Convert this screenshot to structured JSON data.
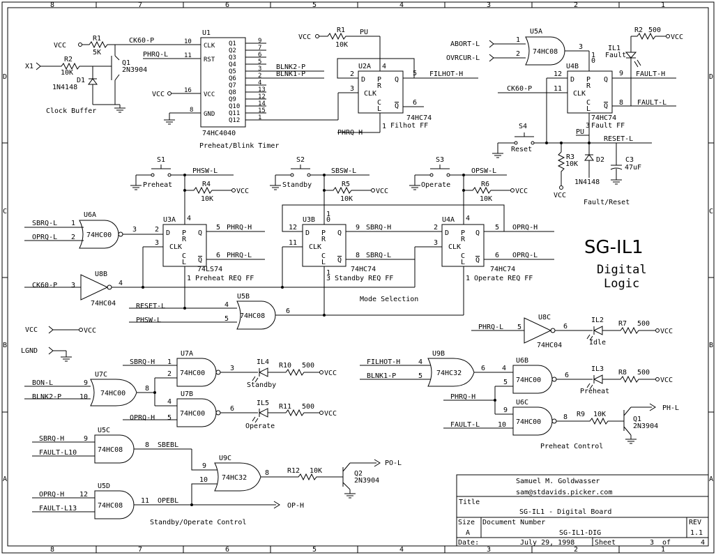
{
  "border": {
    "columns": [
      "8",
      "7",
      "6",
      "5",
      "4",
      "3",
      "2",
      "1"
    ],
    "rows": [
      "D",
      "C",
      "B",
      "A"
    ]
  },
  "title_block": {
    "author": "Samuel M. Goldwasser",
    "email": "sam@stdavids.picker.com",
    "title_label": "Title",
    "title": "SG-IL1 - Digital Board",
    "size_label": "Size",
    "size": "A",
    "docnum_label": "Document Number",
    "docnum": "SG-IL1-DIG",
    "rev_label": "REV",
    "rev": "1.1",
    "date_label": "Date:",
    "date": "July 29, 1998",
    "sheet_label": "Sheet",
    "sheet": "3",
    "of_label": "of",
    "sheets": "4"
  },
  "heading": {
    "title": "SG-IL1",
    "line1": "Digital",
    "line2": "Logic"
  },
  "section_labels": {
    "clock_buffer": "Clock Buffer",
    "preheat_blink": "Preheat/Blink Timer",
    "fault_reset": "Fault/Reset",
    "mode_selection": "Mode Selection",
    "preheat_control": "Preheat Control",
    "standby_operate": "Standby/Operate Control"
  },
  "parts": {
    "u1": "U1",
    "u1_type": "74HC4040",
    "u1_pins_left": [
      "CLK",
      "RST",
      "VCC",
      "GND"
    ],
    "u1_pins_right": [
      "Q1",
      "Q2",
      "Q3",
      "Q4",
      "Q5",
      "Q6",
      "Q7",
      "Q8",
      "Q9",
      "Q10",
      "Q11",
      "Q12"
    ],
    "u1_pinnums_right": [
      "9",
      "7",
      "6",
      "5",
      "3",
      "2",
      "4",
      "13",
      "12",
      "14",
      "15",
      "1"
    ],
    "u1_pinnums_left": [
      "10",
      "11",
      "16",
      "8"
    ],
    "u2a": "U2A",
    "u2a_type": "74HC74",
    "u2a_name": "Filhot FF",
    "u4b": "U4B",
    "u4b_type": "74HC74",
    "u4b_name": "Fault FF",
    "u3a": "U3A",
    "u3a_type": "74LS74",
    "u3a_name": "Preheat REQ FF",
    "u3b": "U3B",
    "u3b_type": "74HC74",
    "u3b_name": "Standby REQ FF",
    "u4a": "U4A",
    "u4a_type": "74HC74",
    "u4a_name": "Operate REQ FF",
    "u5a": "U5A",
    "u5a_type": "74HC08",
    "u5b": "U5B",
    "u5b_type": "74HC08",
    "u5c": "U5C",
    "u5c_type": "74HC08",
    "u5d": "U5D",
    "u5d_type": "74HC08",
    "u6a": "U6A",
    "u6a_type": "74HC00",
    "u6b": "U6B",
    "u6b_type": "74HC00",
    "u6c": "U6C",
    "u6c_type": "74HC00",
    "u7a": "U7A",
    "u7a_type": "74HC00",
    "u7b": "U7B",
    "u7b_type": "74HC00",
    "u7c": "U7C",
    "u7c_type": "74HC00",
    "u8b": "U8B",
    "u8b_type": "74HC04",
    "u8c": "U8C",
    "u8c_type": "74HC04",
    "u9b": "U9B",
    "u9b_type": "74HC32",
    "u9c": "U9C",
    "u9c_type": "74HC32",
    "q1": "Q1",
    "q1_type": "2N3904",
    "q1b": "Q1",
    "q1b_type": "2N3904",
    "q2": "Q2",
    "q2_type": "2N3904",
    "d1": "D1",
    "d1_type": "1N4148",
    "d2": "D2",
    "d2_type": "1N4148",
    "c3": "C3",
    "c3_val": "47uF",
    "s1": "S1",
    "s1_name": "Preheat",
    "s2": "S2",
    "s2_name": "Standby",
    "s3": "S3",
    "s3_name": "Operate",
    "s4": "S4",
    "s4_name": "Reset",
    "il1": "IL1",
    "il1_name": "Fault",
    "il2": "IL2",
    "il2_name": "Idle",
    "il3": "IL3",
    "il3_name": "Preheat",
    "il4": "IL4",
    "il4_name": "Standby",
    "il5": "IL5",
    "il5_name": "Operate"
  },
  "resistors": {
    "r1a": "R1",
    "r1a_val": "5K",
    "r2a": "R2",
    "r2a_val": "10K",
    "r1b": "R1",
    "r1b_val": "10K",
    "r2b": "R2",
    "r2b_val": "500",
    "r3": "R3",
    "r3_val": "10K",
    "r4": "R4",
    "r4_val": "10K",
    "r5": "R5",
    "r5_val": "10K",
    "r6": "R6",
    "r6_val": "10K",
    "r7": "R7",
    "r7_val": "500",
    "r8": "R8",
    "r8_val": "500",
    "r9": "R9",
    "r9_val": "10K",
    "r10": "R10",
    "r10_val": "500",
    "r11": "R11",
    "r11_val": "500",
    "r12": "R12",
    "r12_val": "10K"
  },
  "ff_pins": {
    "d": "D",
    "p": "P",
    "r": "R",
    "clk": "CLK",
    "c": "C",
    "l": "L",
    "q": "Q",
    "qb": "Q"
  },
  "nets": {
    "vcc": "VCC",
    "x1": "X1",
    "ck60p": "CK60-P",
    "phrql": "PHRQ-L",
    "blnk2p": "BLNK2-P",
    "blnk1p": "BLNK1-P",
    "pu": "PU",
    "filhoth": "FILHOT-H",
    "phrqh": "PHRQ-H",
    "abortl": "ABORT-L",
    "ovrcurl": "OVRCUR-L",
    "faulth": "FAULT-H",
    "faultl": "FAULT-L",
    "resetl": "RESET-L",
    "phswl": "PHSW-L",
    "sbswl": "SBSW-L",
    "opswl": "OPSW-L",
    "sbrql": "SBRQ-L",
    "oprql": "OPRQ-L",
    "sbrqh": "SBRQ-H",
    "oprqh": "OPRQ-H",
    "lgnd": "LGND",
    "bonl": "BON-L",
    "blnk1p2": "BLNK1-P",
    "phl": "PH-L",
    "pol": "PO-L",
    "oph": "OP-H",
    "sbebl": "SBEBL",
    "opebl": "OPEBL",
    "faultl10": "FAULT-L10",
    "faultl13": "FAULT-L13"
  },
  "pins": {
    "p1": "1",
    "p2": "2",
    "p3": "3",
    "p4": "4",
    "p5": "5",
    "p6": "6",
    "p8": "8",
    "p9": "9",
    "p10": "10",
    "p11": "11",
    "p12": "12",
    "p13": "13",
    "p0": "0"
  }
}
